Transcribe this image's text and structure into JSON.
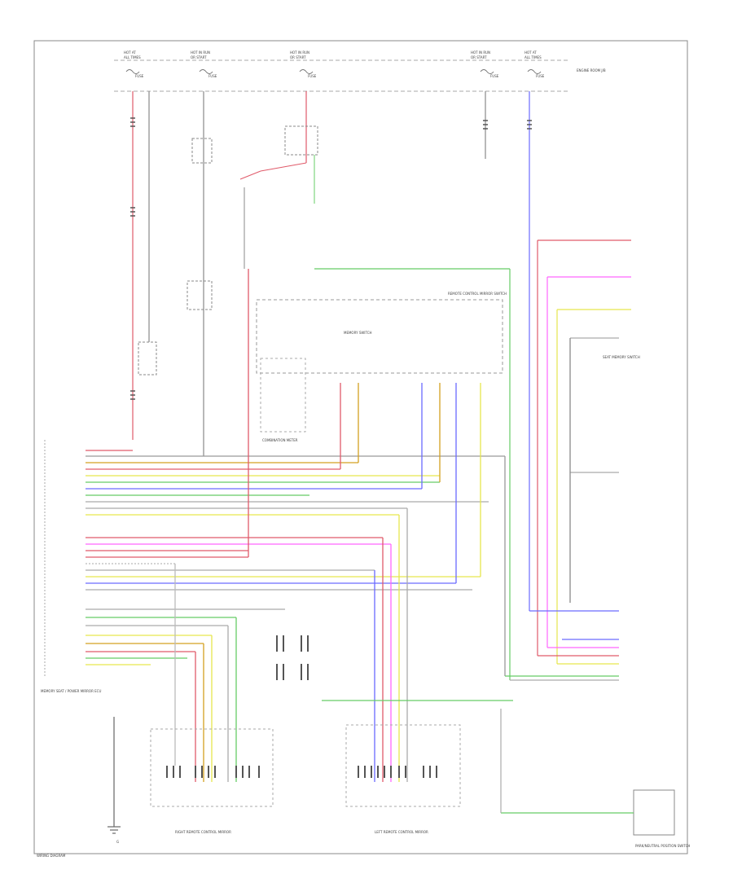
{
  "diagram": {
    "fuses": [
      {
        "rating": "HOT AT",
        "state": "ALL TIMES",
        "name": "FUSE",
        "label": "FUSE"
      },
      {
        "rating": "HOT IN RUN",
        "state": "OR START",
        "name": "FUSE",
        "label": "FUSE"
      },
      {
        "rating": "HOT IN RUN",
        "state": "OR START",
        "name": "FUSE",
        "label": "FUSE"
      },
      {
        "rating": "HOT IN RUN",
        "state": "OR START",
        "name": "FUSE",
        "label": "FUSE"
      },
      {
        "rating": "HOT AT",
        "state": "ALL TIMES",
        "name": "FUSE",
        "label": "FUSE"
      }
    ],
    "fuse_box_label": "ENGINE ROOM J/B",
    "ecu_label": "MEMORY SEAT / POWER MIRROR ECU",
    "left_mirror_label": "LEFT REMOTE CONTROL MIRROR",
    "right_mirror_label": "RIGHT REMOTE CONTROL MIRROR",
    "mirror_switch_label": "REMOTE CONTROL MIRROR SWITCH",
    "memory_switch_label": "MEMORY SWITCH",
    "seat_memory_switch_label": "SEAT MEMORY SWITCH",
    "combination_meter_label": "COMBINATION METER",
    "park_switch_label": "PARK/NEUTRAL POSITION SWITCH",
    "ground_label": "G",
    "footer_label": "WIRING DIAGRAM"
  }
}
